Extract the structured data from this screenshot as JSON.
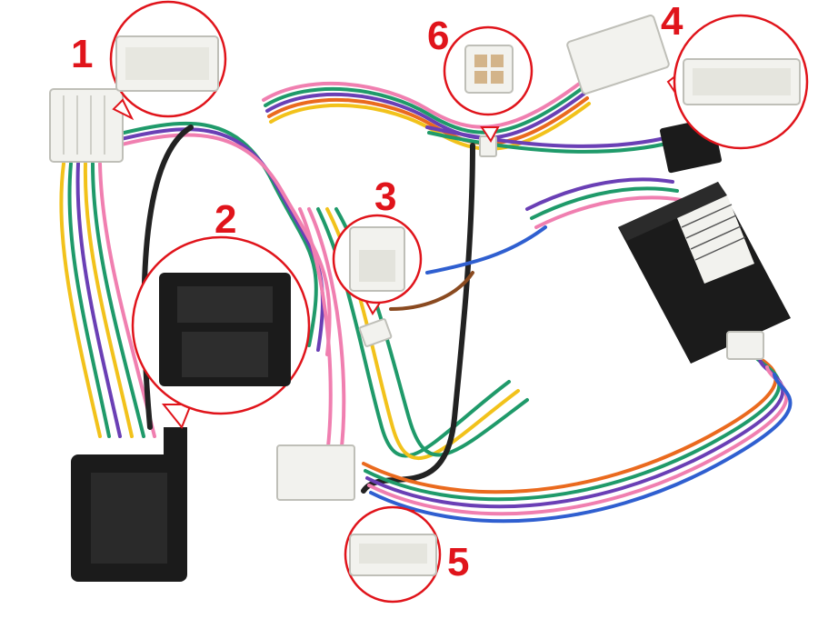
{
  "callouts": [
    {
      "id": "1",
      "label": "1"
    },
    {
      "id": "2",
      "label": "2"
    },
    {
      "id": "3",
      "label": "3"
    },
    {
      "id": "4",
      "label": "4"
    },
    {
      "id": "5",
      "label": "5"
    },
    {
      "id": "6",
      "label": "6"
    }
  ],
  "colors": {
    "callout_red": "#e0141b",
    "connector_white": "#f2f2ee",
    "connector_black": "#1b1b1b",
    "wire_pink": "#f07fb0",
    "wire_green": "#1f9a6a",
    "wire_purple": "#6a3fb5",
    "wire_yellow": "#f2c21b",
    "wire_orange": "#ea6a1e",
    "wire_blue": "#2f5fd0",
    "wire_black": "#222222",
    "wire_brown": "#8a4a20"
  }
}
